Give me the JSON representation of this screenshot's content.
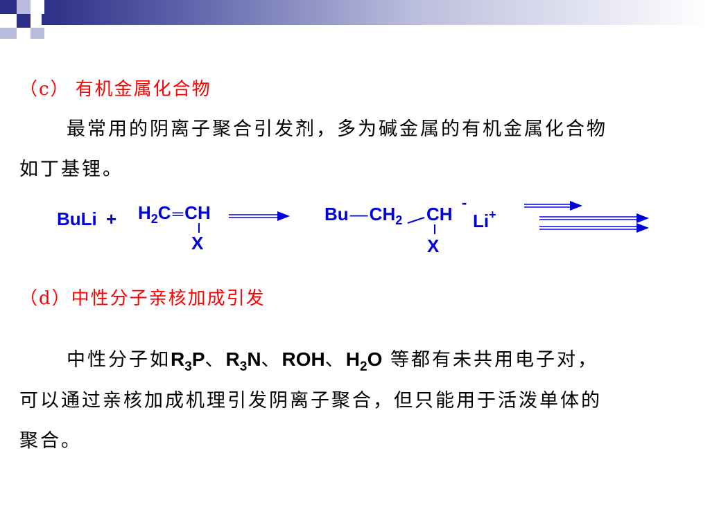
{
  "section_c": {
    "label": "（c）",
    "title": "有机金属化合物",
    "line1": "最常用的阴离子聚合引发剂，多为碱金属的有机金属化合物",
    "line2": "如丁基锂。"
  },
  "reaction": {
    "reactant1": "BuLi",
    "plus": "+",
    "monomer_h": "H",
    "monomer_h_sub": "2",
    "monomer_c": "C",
    "double_bond": "═",
    "monomer_ch": "CH",
    "substituent_x1": "X",
    "prod_bu": "Bu",
    "dash1": "—",
    "prod_ch": "CH",
    "prod_ch_sub": "2",
    "prod_ch2": "CH",
    "charge": "-",
    "counter_ion": "Li",
    "counter_charge": "+",
    "substituent_x2": "X"
  },
  "section_d": {
    "label": "（d）",
    "title": "中性分子亲核加成引发",
    "line1_a": "中性分子如",
    "r3p_r": "R",
    "r3p_sub": "3",
    "r3p_p": "P",
    "sep1": "、",
    "r3n_r": "R",
    "r3n_sub": "3",
    "r3n_n": "N",
    "sep2": "、",
    "roh": "ROH",
    "sep3": "、",
    "h2o_h": "H",
    "h2o_sub": "2",
    "h2o_o": "O",
    "line1_b": " 等都有未共用电子对，",
    "line2": "可以通过亲核加成机理引发阴离子聚合，但只能用于活泼单体的",
    "line3": "聚合。"
  },
  "colors": {
    "accent": "#ff0000",
    "chem": "#0000dd",
    "band": "#2b2f86"
  }
}
